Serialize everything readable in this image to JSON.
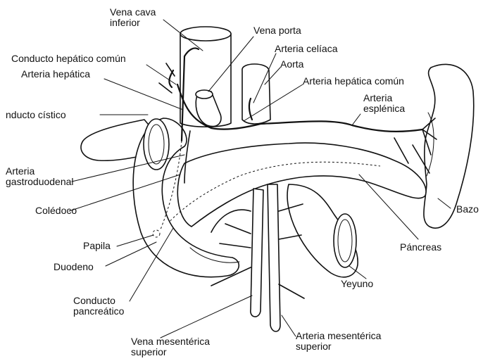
{
  "labels": {
    "vena_cava": "Vena cava\ninferior",
    "vena_porta": "Vena porta",
    "conducto_hepatico_comun": "Conducto hepático común",
    "arteria_celiaca": "Arteria celíaca",
    "arteria_hepatica": "Arteria hepática",
    "aorta": "Aorta",
    "arteria_hepatica_comun": "Arteria hepática común",
    "conducto_cistico": "nducto cístico",
    "arteria_esplenica": "Arteria\nesplénica",
    "arteria_gastroduodenal": "Arteria\ngastroduodenal",
    "coledoco": "Colédoco",
    "bazo": "Bazo",
    "papila": "Papila",
    "pancreas": "Páncreas",
    "duodeno": "Duodeno",
    "yeyuno": "Yeyuno",
    "conducto_pancreatico": "Conducto\npancreático",
    "vena_mesenterica_superior": "Vena mesentérica\nsuperior",
    "arteria_mesenterica_superior": "Arteria mesentérica\nsuperior"
  },
  "colors": {
    "ink": "#111111",
    "paper": "#ffffff"
  }
}
